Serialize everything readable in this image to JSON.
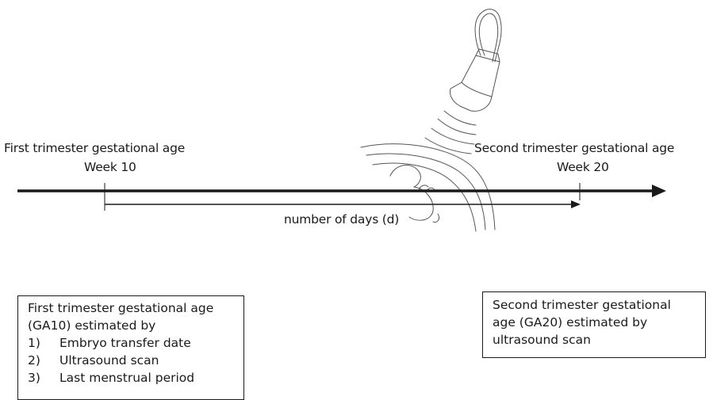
{
  "timeline": {
    "start_label_line1": "First trimester gestational age",
    "start_label_line2": "Week 10",
    "end_label_line1": "Second trimester gestational age",
    "end_label_line2": "Week 20",
    "interval_label": "number of days (d)"
  },
  "left_box": {
    "title_line1": "First trimester gestational age",
    "title_line2": "(GA10) estimated by",
    "methods": [
      {
        "num": "1)",
        "text": "Embryo transfer date"
      },
      {
        "num": "2)",
        "text": "Ultrasound scan"
      },
      {
        "num": "3)",
        "text": "Last menstrual period"
      }
    ]
  },
  "right_box": {
    "line1": "Second trimester gestational",
    "line2": "age (GA20) estimated by",
    "line3": "ultrasound scan"
  },
  "illustration": "ultrasound-probe-on-abdomen"
}
